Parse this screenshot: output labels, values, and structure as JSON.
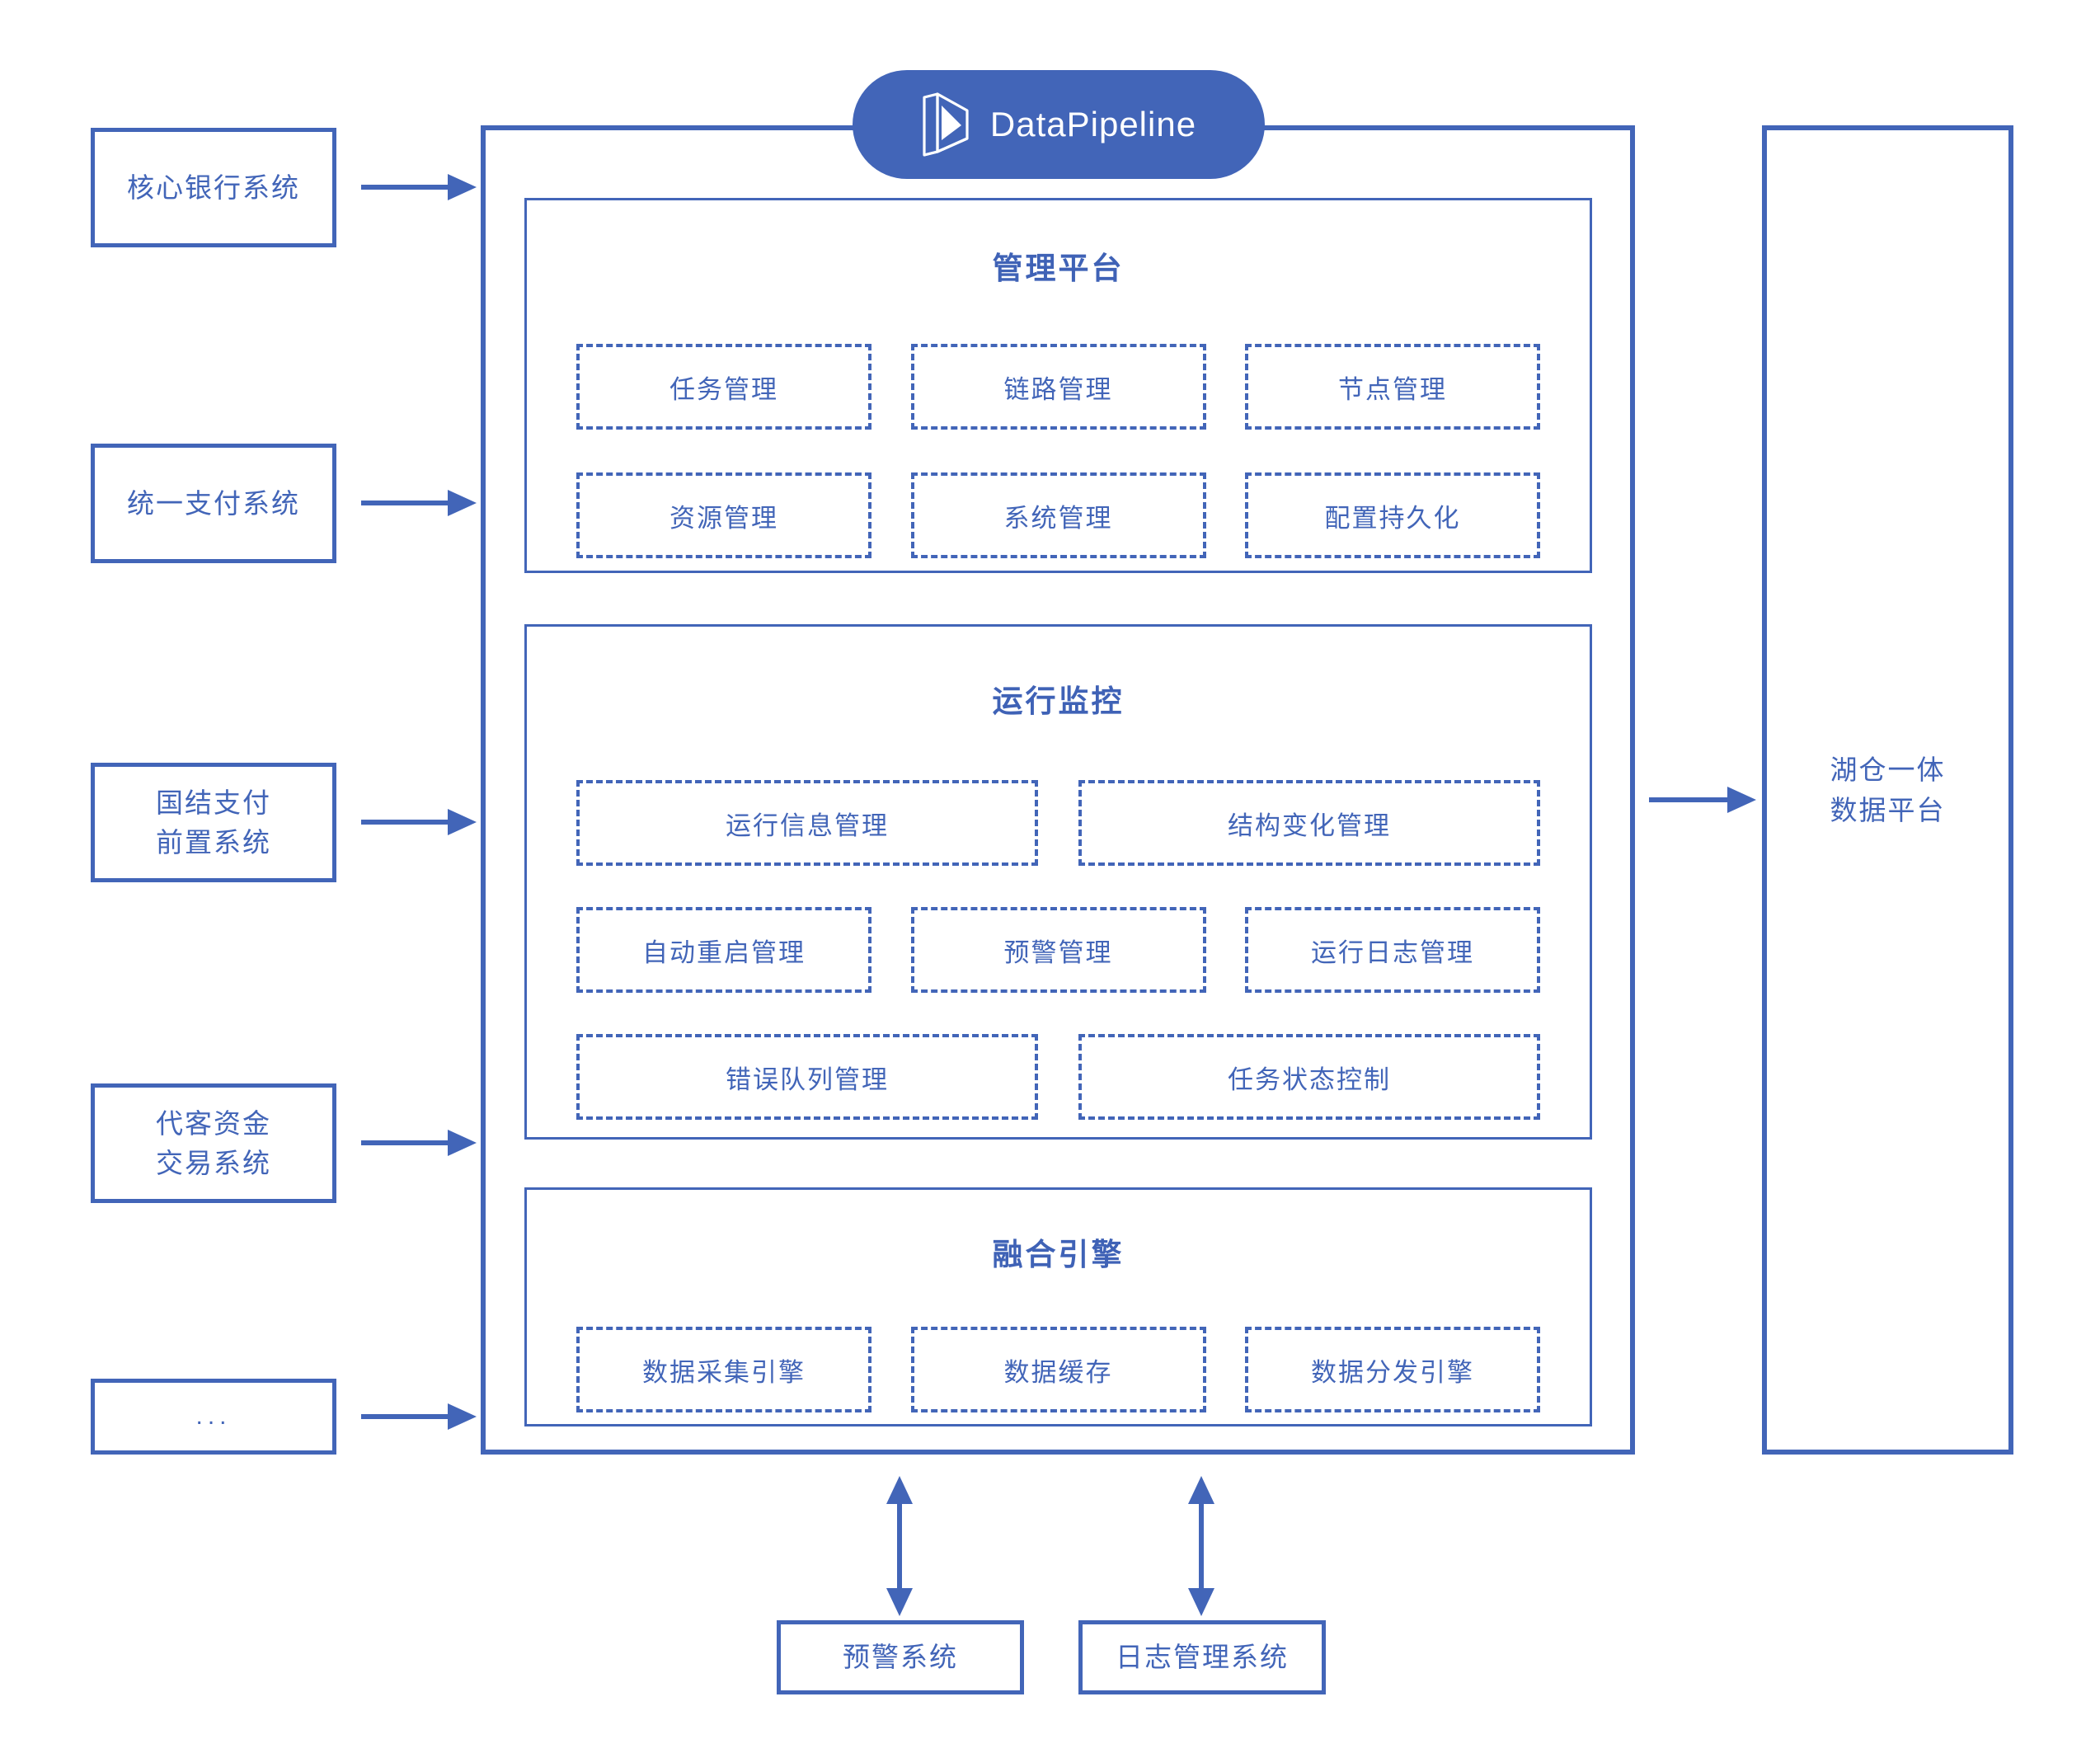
{
  "brand": {
    "name": "DataPipeline",
    "logo_icon": "datapipeline-logo-icon",
    "pill_color": "#4265B8"
  },
  "colors": {
    "accent": "#4265B8",
    "title": "#3F62B6",
    "background": "#FFFFFF"
  },
  "sources": {
    "label": "source-systems",
    "items": [
      {
        "id": "core-banking",
        "lines": [
          "核心银行系统"
        ]
      },
      {
        "id": "unified-payment",
        "lines": [
          "统一支付系统"
        ]
      },
      {
        "id": "intl-settlement-frontend",
        "lines": [
          "国结支付",
          "前置系统"
        ]
      },
      {
        "id": "agency-fund-trading",
        "lines": [
          "代客资金",
          "交易系统"
        ]
      },
      {
        "id": "more",
        "lines": [
          "..."
        ]
      }
    ]
  },
  "platform": {
    "sections": [
      {
        "id": "management-platform",
        "title": "管理平台",
        "rows": [
          [
            "任务管理",
            "链路管理",
            "节点管理"
          ],
          [
            "资源管理",
            "系统管理",
            "配置持久化"
          ]
        ]
      },
      {
        "id": "runtime-monitoring",
        "title": "运行监控",
        "rows": [
          [
            "运行信息管理",
            "结构变化管理"
          ],
          [
            "自动重启管理",
            "预警管理",
            "运行日志管理"
          ],
          [
            "错误队列管理",
            "任务状态控制"
          ]
        ]
      },
      {
        "id": "fusion-engine",
        "title": "融合引擎",
        "rows": [
          [
            "数据采集引擎",
            "数据缓存",
            "数据分发引擎"
          ]
        ]
      }
    ]
  },
  "target": {
    "id": "lakehouse-data-platform",
    "lines": [
      "湖仓一体",
      "数据平台"
    ]
  },
  "external_systems": [
    {
      "id": "alert-system",
      "label": "预警系统"
    },
    {
      "id": "log-management-system",
      "label": "日志管理系统"
    }
  ]
}
